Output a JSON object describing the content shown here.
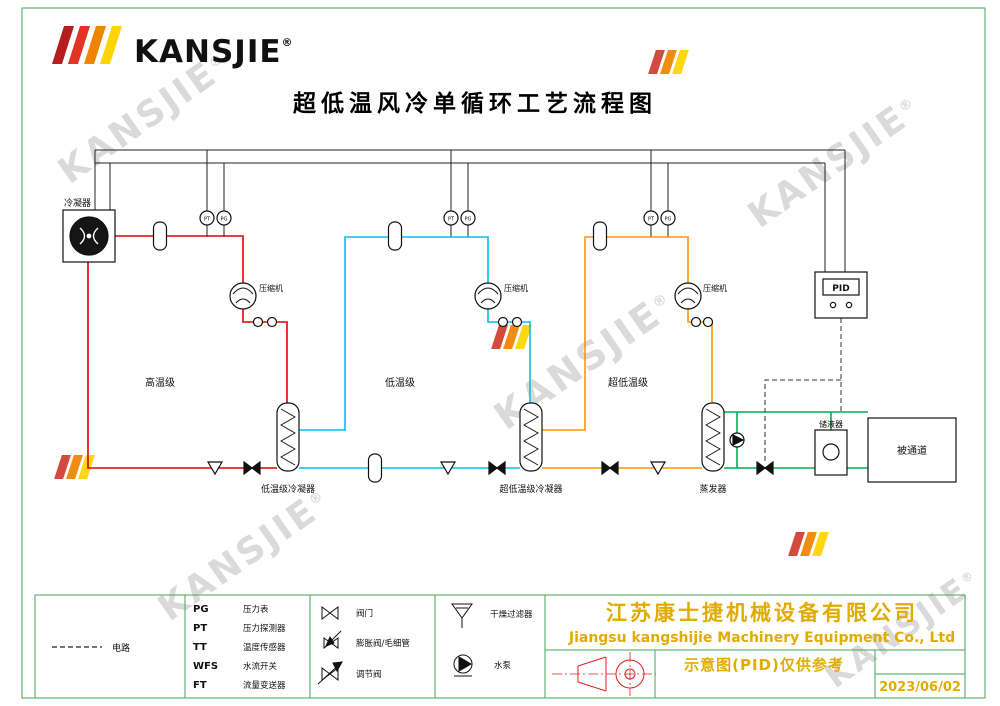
{
  "brand": {
    "name": "KANSJIE",
    "registered": "®"
  },
  "watermark": {
    "text": "KANSJIE",
    "registered": "®",
    "slash_colors": [
      "#d23b2f",
      "#f08300",
      "#ffd400"
    ]
  },
  "title": "超低温风冷单循环工艺流程图",
  "logo": {
    "slashes": [
      "#b41e1e",
      "#e43227",
      "#f08300",
      "#ffd400"
    ]
  },
  "colors": {
    "brand_blue": "#1d2f9b",
    "stage1_red": "#e60000",
    "stage2_cyan": "#00c3ea",
    "stage3_orange": "#ff9500",
    "water_green": "#00b050",
    "frame_green": "#46a65a",
    "gold": "#e0ac00",
    "mark_red": "#e02020"
  },
  "diagram": {
    "condenser_label": "冷凝器",
    "stages": [
      {
        "name": "高温级",
        "compressor": "压缩机"
      },
      {
        "name": "低温级",
        "compressor": "压缩机"
      },
      {
        "name": "超低温级",
        "compressor": "压缩机"
      }
    ],
    "hx1_label": "低温级冷凝器",
    "hx2_label": "超低温级冷凝器",
    "evaporator_label": "蒸发器",
    "pid_label": "PID",
    "receiver_label": "储液器",
    "duct_label": "被通道",
    "sensors": {
      "pt": "PT",
      "pg": "PG"
    }
  },
  "legend": {
    "circuit_label": "电路",
    "instruments": [
      {
        "code": "PG",
        "desc": "压力表"
      },
      {
        "code": "PT",
        "desc": "压力探测器"
      },
      {
        "code": "TT",
        "desc": "温度传感器"
      },
      {
        "code": "WFS",
        "desc": "水流开关"
      },
      {
        "code": "FT",
        "desc": "流量变送器"
      }
    ],
    "valves": [
      {
        "label": "阀门"
      },
      {
        "label": "膨胀阀/毛细管"
      },
      {
        "label": "调节阀"
      }
    ],
    "filters": [
      {
        "label": "干燥过滤器"
      },
      {
        "label": "水泵"
      }
    ]
  },
  "titleblock": {
    "company_cn": "江苏康士捷机械设备有限公司",
    "company_en": "Jiangsu kangshijie Machinery Equipment Co., Ltd",
    "note": "示意图(PID)仅供参考",
    "date": "2023/06/02"
  }
}
